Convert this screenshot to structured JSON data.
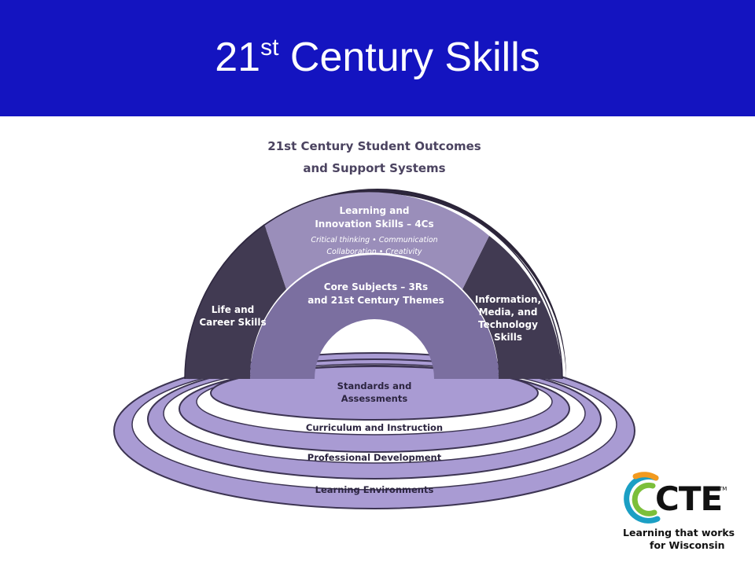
{
  "slide": {
    "title_main": "21",
    "title_sup": "st",
    "title_rest": " Century Skills"
  },
  "diagram": {
    "heading_line1": "21st Century Student Outcomes",
    "heading_line2": "and Support Systems",
    "learning_innovation": {
      "line1": "Learning and",
      "line2": "Innovation Skills – 4Cs",
      "detail1": "Critical thinking • Communication",
      "detail2": "Collaboration • Creativity"
    },
    "core_subjects": {
      "line1": "Core Subjects – 3Rs",
      "line2": "and 21st Century Themes"
    },
    "life_career": {
      "line1": "Life and",
      "line2": "Career Skills"
    },
    "info_media_tech": {
      "line1": "Information,",
      "line2": "Media, and",
      "line3": "Technology",
      "line4": "Skills"
    },
    "rings": {
      "standards_line1": "Standards and",
      "standards_line2": "Assessments",
      "curriculum": "Curriculum and Instruction",
      "professional": "Professional Development",
      "environments": "Learning Environments"
    },
    "colors": {
      "dark_segment": "#413a52",
      "mid_segment": "#9a8eba",
      "core_arch": "#7b6fa0",
      "ring_fill": "#a99bd3",
      "banner": "#1414c0"
    }
  },
  "logo": {
    "word": "CTE",
    "tm": "TM",
    "tagline1": "Learning that works",
    "tagline2": "for Wisconsin"
  }
}
